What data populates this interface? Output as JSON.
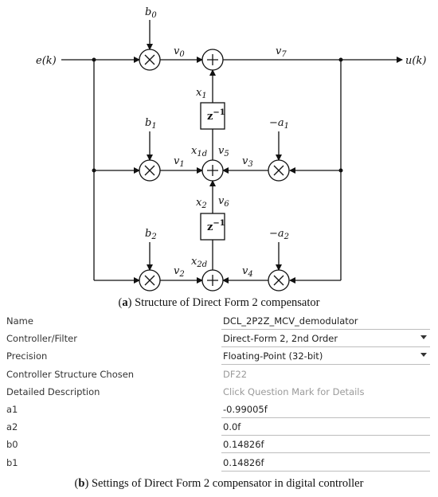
{
  "diagram": {
    "input": "e(k)",
    "output": "u(k)",
    "coefficients": {
      "b0": "b",
      "b0_sub": "0",
      "b1": "b",
      "b1_sub": "1",
      "b2": "b",
      "b2_sub": "2",
      "a1": "−a",
      "a1_sub": "1",
      "a2": "−a",
      "a2_sub": "2"
    },
    "delay": "z",
    "delay_exp": "−1",
    "signals": {
      "v0": "v0",
      "v1": "v1",
      "v2": "v2",
      "v3": "v3",
      "v4": "v4",
      "v5": "v5",
      "v6": "v6",
      "v7": "v7",
      "x1": "x1",
      "x2": "x2",
      "x1d": "x1d",
      "x2d": "x2d"
    }
  },
  "caption_a": {
    "letter": "a",
    "text": " Structure of Direct Form 2 compensator"
  },
  "caption_b": {
    "letter": "b",
    "text": " Settings of Direct Form 2 compensator in digital controller"
  },
  "settings": [
    {
      "label": "Name",
      "value": "DCL_2P2Z_MCV_demodulator",
      "readonly": false,
      "dropdown": false
    },
    {
      "label": "Controller/Filter",
      "value": "Direct-Form 2, 2nd Order",
      "readonly": false,
      "dropdown": true
    },
    {
      "label": "Precision",
      "value": "Floating-Point (32-bit)",
      "readonly": false,
      "dropdown": true
    },
    {
      "label": "Controller Structure Chosen",
      "value": "DF22",
      "readonly": true,
      "dropdown": false
    },
    {
      "label": "Detailed Description",
      "value": "Click Question Mark for Details",
      "readonly": true,
      "dropdown": false
    },
    {
      "label": "a1",
      "value": "-0.99005f",
      "readonly": false,
      "dropdown": false
    },
    {
      "label": "a2",
      "value": "0.0f",
      "readonly": false,
      "dropdown": false
    },
    {
      "label": "b0",
      "value": "0.14826f",
      "readonly": false,
      "dropdown": false
    },
    {
      "label": "b1",
      "value": "0.14826f",
      "readonly": false,
      "dropdown": false
    }
  ]
}
